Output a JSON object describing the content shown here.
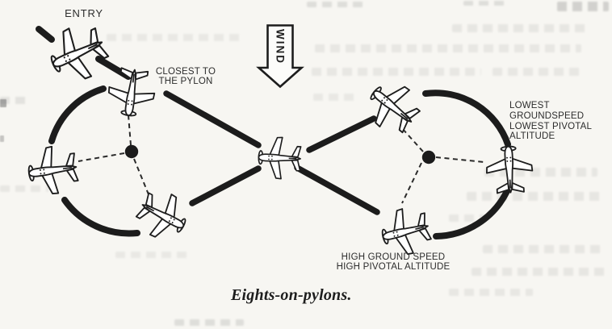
{
  "figure": {
    "caption": "Eights-on-pylons.",
    "labels": {
      "entry": "ENTRY",
      "wind": "WIND",
      "closest_to_pylon": [
        "CLOSEST TO",
        "THE PYLON"
      ],
      "lowest_point": [
        "LOWEST",
        "GROUNDSPEED",
        "LOWEST PIVOTAL",
        "ALTITUDE"
      ],
      "high_point": [
        "HIGH GROUND SPEED",
        "HIGH PIVOTAL ALTITUDE"
      ]
    },
    "colors": {
      "ink": "#1d1d1d",
      "paper": "#f7f6f2"
    },
    "icons": {
      "airplane": "top-view-single-engine-airplane",
      "pylon": "filled-black-dot",
      "wind_arrow": "outlined-downward-arrow"
    }
  }
}
